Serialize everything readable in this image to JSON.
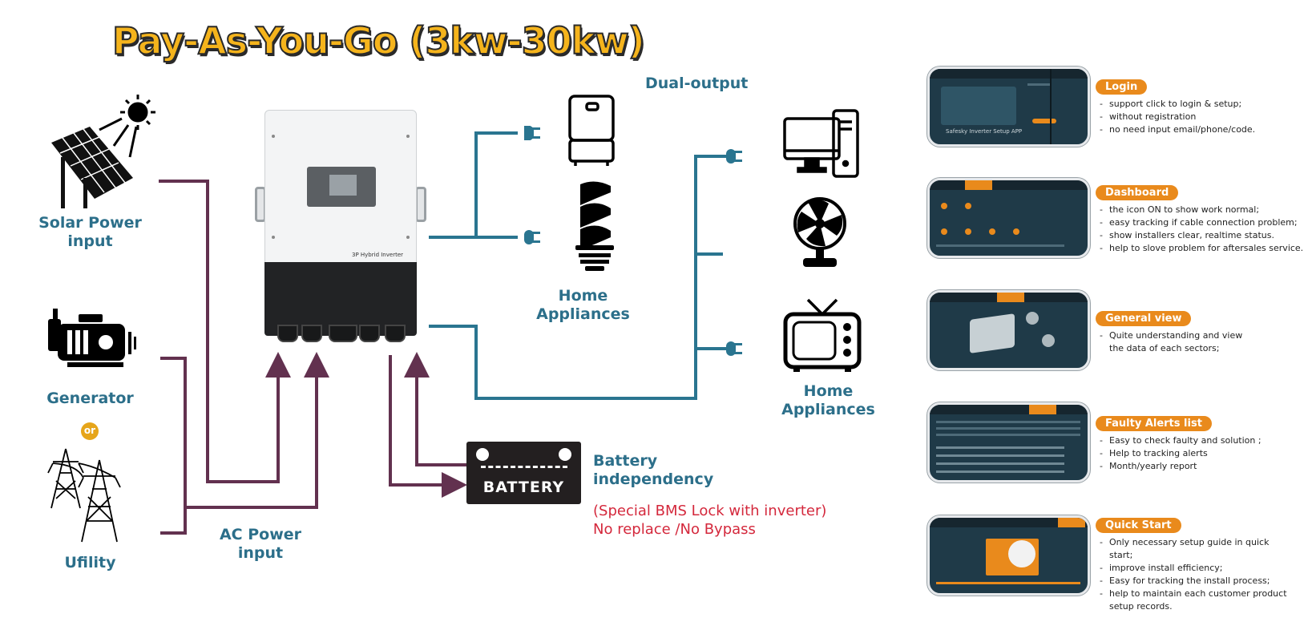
{
  "title": "Pay-As-You-Go (3kw-30kw)",
  "colors": {
    "title": "#f5b41c",
    "wire_blue": "#2a7590",
    "wire_purple": "#62314f",
    "accent_orange": "#e98a1c",
    "caution_red": "#d4283c"
  },
  "labels": {
    "solar": [
      "Solar Power",
      "input"
    ],
    "generator": "Generator",
    "or": "or",
    "utility": "Ufility",
    "ac_power": [
      "AC Power",
      "input"
    ],
    "dual_output": "Dual-output",
    "home_appliances_1": [
      "Home",
      "Appliances"
    ],
    "home_appliances_2": [
      "Home",
      "Appliances"
    ],
    "battery_independency": [
      "Battery",
      "independency"
    ],
    "bms_note": [
      "(Special BMS Lock with inverter)",
      "No replace /No Bypass"
    ]
  },
  "inverter": {
    "label": "3P Hybrid Inverter"
  },
  "battery": {
    "label": "BATTERY"
  },
  "icons": [
    "sun-icon",
    "solar-panel-icon",
    "generator-icon",
    "power-tower-icon",
    "fridge-icon",
    "bulb-icon",
    "computer-icon",
    "fan-icon",
    "tv-icon",
    "plug-icon"
  ],
  "app_features": [
    {
      "title": "Login",
      "screen_caption": "Safesky Inverter Setup APP",
      "items": [
        "support click to login & setup;",
        "without registration",
        "no need input email/phone/code."
      ]
    },
    {
      "title": "Dashboard",
      "items": [
        "the icon ON to show work normal;",
        "easy tracking if cable connection problem;",
        "show installers clear, realtime status.",
        "help to slove problem for aftersales service."
      ]
    },
    {
      "title": "General view",
      "items": [
        "Quite understanding and view the data of each sectors;"
      ]
    },
    {
      "title": "Faulty Alerts list",
      "items": [
        "Easy to check faulty and solution ;",
        "Help to tracking alerts",
        "Month/yearly report"
      ]
    },
    {
      "title": "Quick Start",
      "items": [
        "Only necessary setup guide in quick start;",
        "improve install efficiency;",
        "Easy for tracking the install process;",
        "help to maintain each customer product setup records."
      ]
    }
  ]
}
